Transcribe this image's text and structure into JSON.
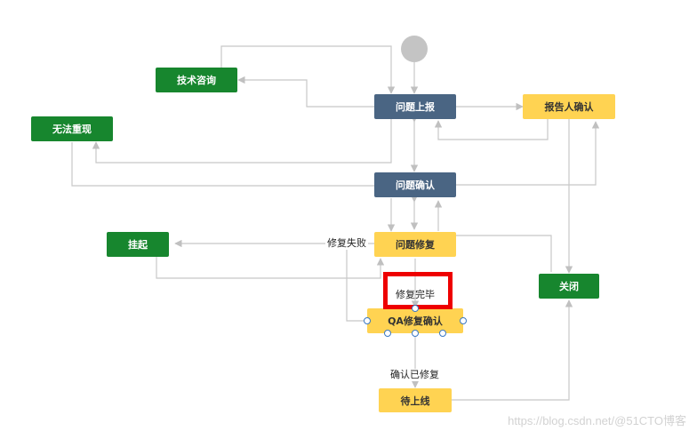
{
  "nodes": {
    "start": "",
    "tech_consult": "技术咨询",
    "cannot_reproduce": "无法重现",
    "issue_report": "问题上报",
    "reporter_confirm": "报告人确认",
    "issue_confirm": "问题确认",
    "suspend": "挂起",
    "issue_fix": "问题修复",
    "close": "关闭",
    "qa_confirm": "QA修复确认",
    "pending_release": "待上线"
  },
  "edge_labels": {
    "fix_failed": "修复失败",
    "fix_done": "修复完毕",
    "confirm_fixed": "确认已修复"
  },
  "watermark": "https://blog.csdn.net/@51CTO博客",
  "colors": {
    "green": "#17862e",
    "slate": "#4a6583",
    "yellow": "#ffd352",
    "start": "#c4c4c4",
    "edge": "#c8c8c8",
    "highlight": "#ee0000",
    "handle": "#3a78c3"
  }
}
